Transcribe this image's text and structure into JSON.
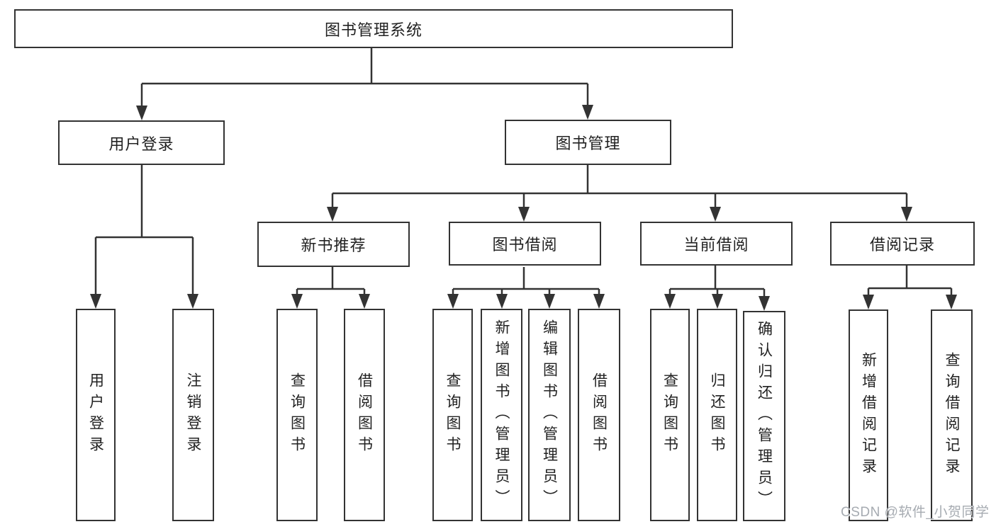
{
  "tree": {
    "label": "图书管理系统",
    "children": [
      {
        "label": "用户登录",
        "children": [
          {
            "label": "用户登录"
          },
          {
            "label": "注销登录"
          }
        ]
      },
      {
        "label": "图书管理",
        "children": [
          {
            "label": "新书推荐",
            "children": [
              {
                "label": "查询图书"
              },
              {
                "label": "借阅图书"
              }
            ]
          },
          {
            "label": "图书借阅",
            "children": [
              {
                "label": "查询图书"
              },
              {
                "label": "新增图书（管理员）"
              },
              {
                "label": "编辑图书（管理员）"
              },
              {
                "label": "借阅图书"
              }
            ]
          },
          {
            "label": "当前借阅",
            "children": [
              {
                "label": "查询图书"
              },
              {
                "label": "归还图书"
              },
              {
                "label": "确认归还（管理员）"
              }
            ]
          },
          {
            "label": "借阅记录",
            "children": [
              {
                "label": "新增借阅记录"
              },
              {
                "label": "查询借阅记录"
              }
            ]
          }
        ]
      }
    ]
  },
  "watermark": {
    "text": "CSDN @软件_小贺同学"
  },
  "colors": {
    "line": "#333333",
    "box_border": "#333333",
    "text": "#222222",
    "watermark": "#a6abb1",
    "background": "#ffffff"
  }
}
